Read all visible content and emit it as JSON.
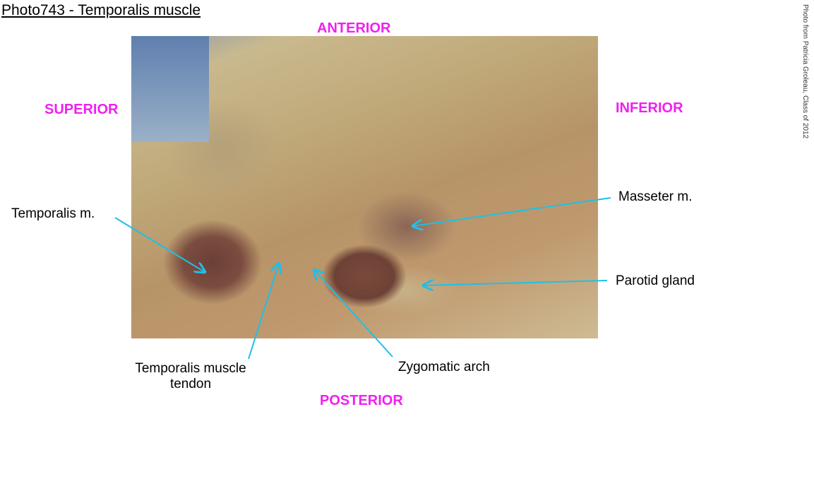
{
  "title": "Photo743 - Temporalis muscle",
  "credit": "Photo from Patricia Groleau, Class of 2012",
  "directions": {
    "anterior": "ANTERIOR",
    "posterior": "POSTERIOR",
    "superior": "SUPERIOR",
    "inferior": "INFERIOR"
  },
  "labels": {
    "temporalis": "Temporalis m.",
    "masseter": "Masseter m.",
    "parotid": "Parotid gland",
    "tendon_line1": "Temporalis muscle",
    "tendon_line2": "tendon",
    "zygomatic": "Zygomatic arch"
  },
  "colors": {
    "direction": "#f020f0",
    "arrow": "#1fbfe8"
  }
}
